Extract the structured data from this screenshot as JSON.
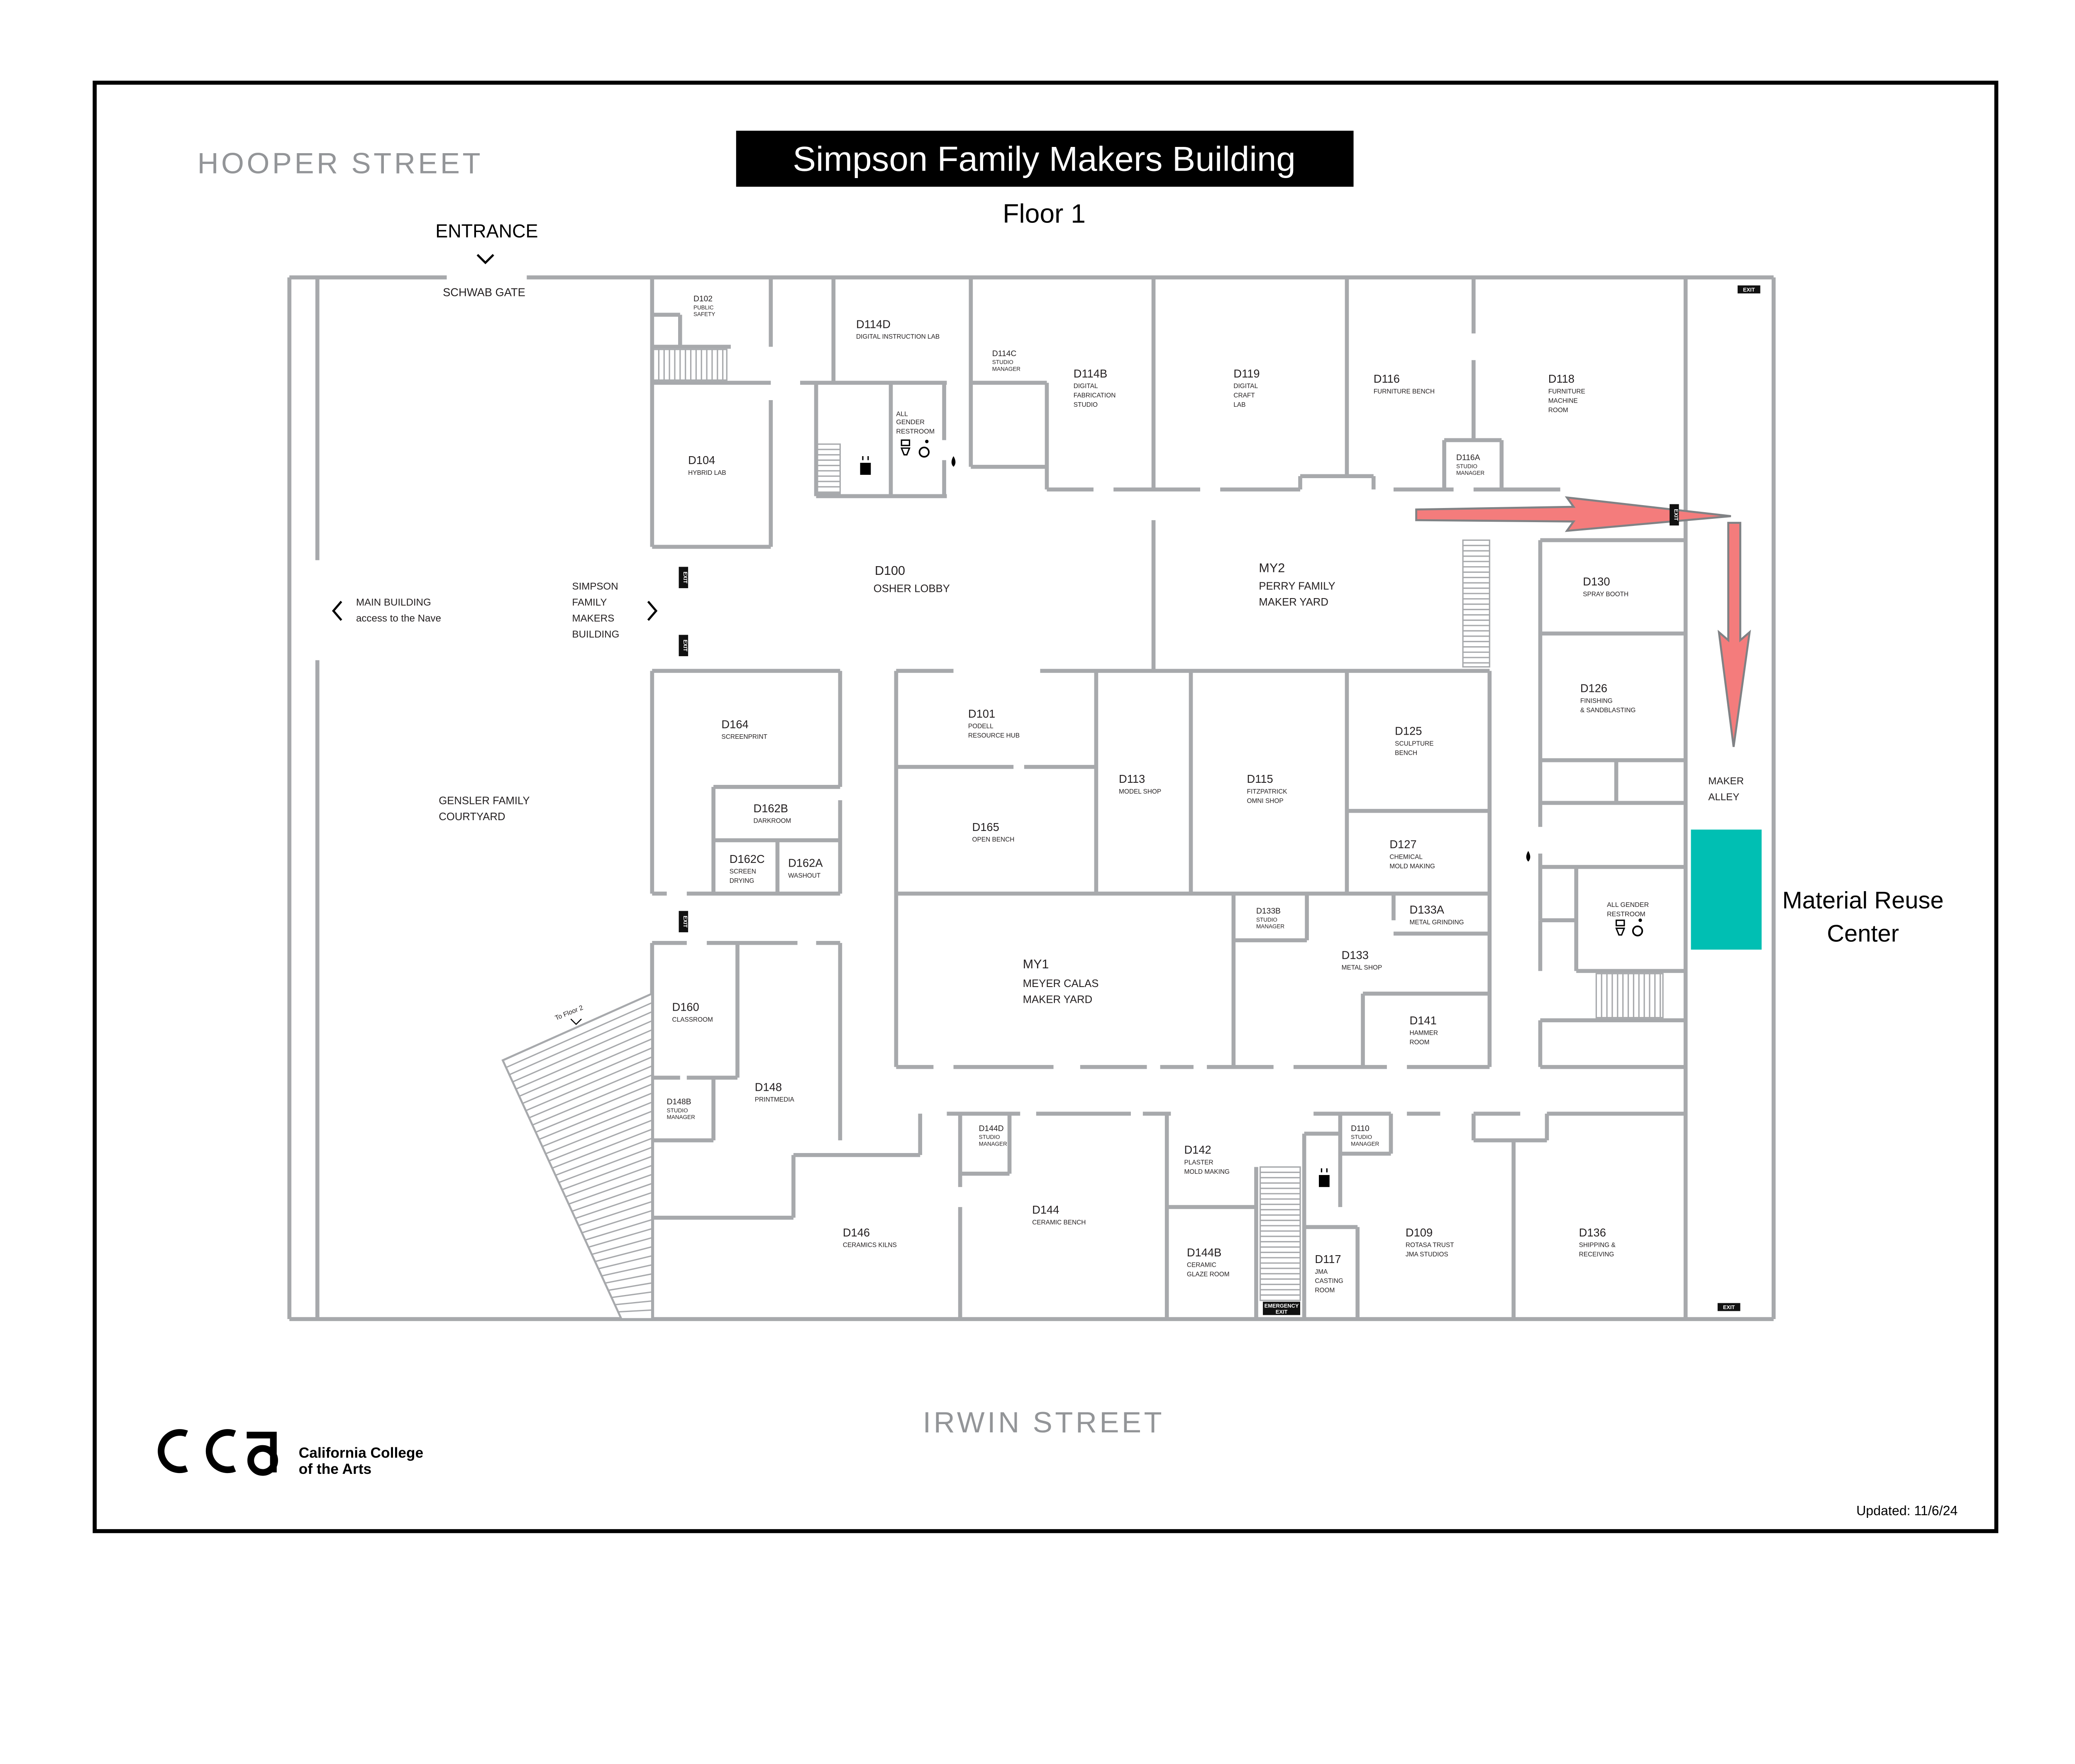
{
  "title": "Simpson Family Makers Building",
  "floor": "Floor 1",
  "streets": {
    "north": "HOOPER STREET",
    "south": "IRWIN STREET"
  },
  "entrance": {
    "label": "ENTRANCE",
    "gate": "SCHWAB GATE"
  },
  "courtyard": [
    "GENSLER FAMILY",
    "COURTYARD"
  ],
  "main_building": [
    "MAIN BUILDING",
    "access to the Nave"
  ],
  "simpson_link": [
    "SIMPSON",
    "FAMILY",
    "MAKERS",
    "BUILDING"
  ],
  "to_floor_2": "To Floor 2",
  "lobby": {
    "code": "D100",
    "name": "OSHER LOBBY"
  },
  "my2": {
    "code": "MY2",
    "lines": [
      "PERRY FAMILY",
      "MAKER YARD"
    ]
  },
  "my1": {
    "code": "MY1",
    "lines": [
      "MEYER CALAS",
      "MAKER YARD"
    ]
  },
  "maker_alley": [
    "MAKER",
    "ALLEY"
  ],
  "material_reuse": [
    "Material Reuse",
    "Center"
  ],
  "restrooms": [
    {
      "lines": [
        "ALL",
        "GENDER",
        "RESTROOM"
      ]
    },
    {
      "lines": [
        "ALL GENDER",
        "RESTROOM"
      ]
    }
  ],
  "rooms": [
    {
      "code": "D102",
      "lines": [
        "PUBLIC",
        "SAFETY"
      ]
    },
    {
      "code": "D114D",
      "lines": [
        "DIGITAL INSTRUCTION LAB"
      ]
    },
    {
      "code": "D114C",
      "lines": [
        "STUDIO",
        "MANAGER"
      ]
    },
    {
      "code": "D114B",
      "lines": [
        "DIGITAL",
        "FABRICATION",
        "STUDIO"
      ]
    },
    {
      "code": "D119",
      "lines": [
        "DIGITAL",
        "CRAFT",
        "LAB"
      ]
    },
    {
      "code": "D116",
      "lines": [
        "FURNITURE BENCH"
      ]
    },
    {
      "code": "D118",
      "lines": [
        "FURNITURE",
        "MACHINE",
        "ROOM"
      ]
    },
    {
      "code": "D116A",
      "lines": [
        "STUDIO",
        "MANAGER"
      ]
    },
    {
      "code": "D104",
      "lines": [
        "HYBRID LAB"
      ]
    },
    {
      "code": "D130",
      "lines": [
        "SPRAY BOOTH"
      ]
    },
    {
      "code": "D126",
      "lines": [
        "FINISHING",
        "& SANDBLASTING"
      ]
    },
    {
      "code": "D164",
      "lines": [
        "SCREENPRINT"
      ]
    },
    {
      "code": "D101",
      "lines": [
        "PODELL",
        "RESOURCE HUB"
      ]
    },
    {
      "code": "D113",
      "lines": [
        "MODEL SHOP"
      ]
    },
    {
      "code": "D115",
      "lines": [
        "FITZPATRICK",
        "OMNI SHOP"
      ]
    },
    {
      "code": "D125",
      "lines": [
        "SCULPTURE",
        "BENCH"
      ]
    },
    {
      "code": "D162B",
      "lines": [
        "DARKROOM"
      ]
    },
    {
      "code": "D165",
      "lines": [
        "OPEN BENCH"
      ]
    },
    {
      "code": "D127",
      "lines": [
        "CHEMICAL",
        "MOLD MAKING"
      ]
    },
    {
      "code": "D162C",
      "lines": [
        "SCREEN",
        "DRYING"
      ]
    },
    {
      "code": "D162A",
      "lines": [
        "WASHOUT"
      ]
    },
    {
      "code": "D133B",
      "lines": [
        "STUDIO",
        "MANAGER"
      ]
    },
    {
      "code": "D133A",
      "lines": [
        "METAL GRINDING"
      ]
    },
    {
      "code": "D133",
      "lines": [
        "METAL SHOP"
      ]
    },
    {
      "code": "D141",
      "lines": [
        "HAMMER",
        "ROOM"
      ]
    },
    {
      "code": "D160",
      "lines": [
        "CLASSROOM"
      ]
    },
    {
      "code": "D148",
      "lines": [
        "PRINTMEDIA"
      ]
    },
    {
      "code": "D148B",
      "lines": [
        "STUDIO",
        "MANAGER"
      ]
    },
    {
      "code": "D144D",
      "lines": [
        "STUDIO",
        "MANAGER"
      ]
    },
    {
      "code": "D110",
      "lines": [
        "STUDIO",
        "MANAGER"
      ]
    },
    {
      "code": "D142",
      "lines": [
        "PLASTER",
        "MOLD MAKING"
      ]
    },
    {
      "code": "D144",
      "lines": [
        "CERAMIC BENCH"
      ]
    },
    {
      "code": "D146",
      "lines": [
        "CERAMICS KILNS"
      ]
    },
    {
      "code": "D109",
      "lines": [
        "ROTASA TRUST",
        "JMA STUDIOS"
      ]
    },
    {
      "code": "D136",
      "lines": [
        "SHIPPING &",
        "RECEIVING"
      ]
    },
    {
      "code": "D144B",
      "lines": [
        "CERAMIC",
        "GLAZE ROOM"
      ]
    },
    {
      "code": "D117",
      "lines": [
        "JMA",
        "CASTING",
        "ROOM"
      ]
    }
  ],
  "exit_label": "EXIT",
  "emergency_exit": [
    "EMERGENCY",
    "EXIT"
  ],
  "logo": {
    "mark": "CCA",
    "lines": [
      "California College",
      "of the Arts"
    ]
  },
  "updated": "Updated: 11/6/24",
  "colors": {
    "wall": "#a7a9ac",
    "arrow": "#f47c7c",
    "reuse_center": "#00bfb3",
    "title_bg": "#000000"
  }
}
